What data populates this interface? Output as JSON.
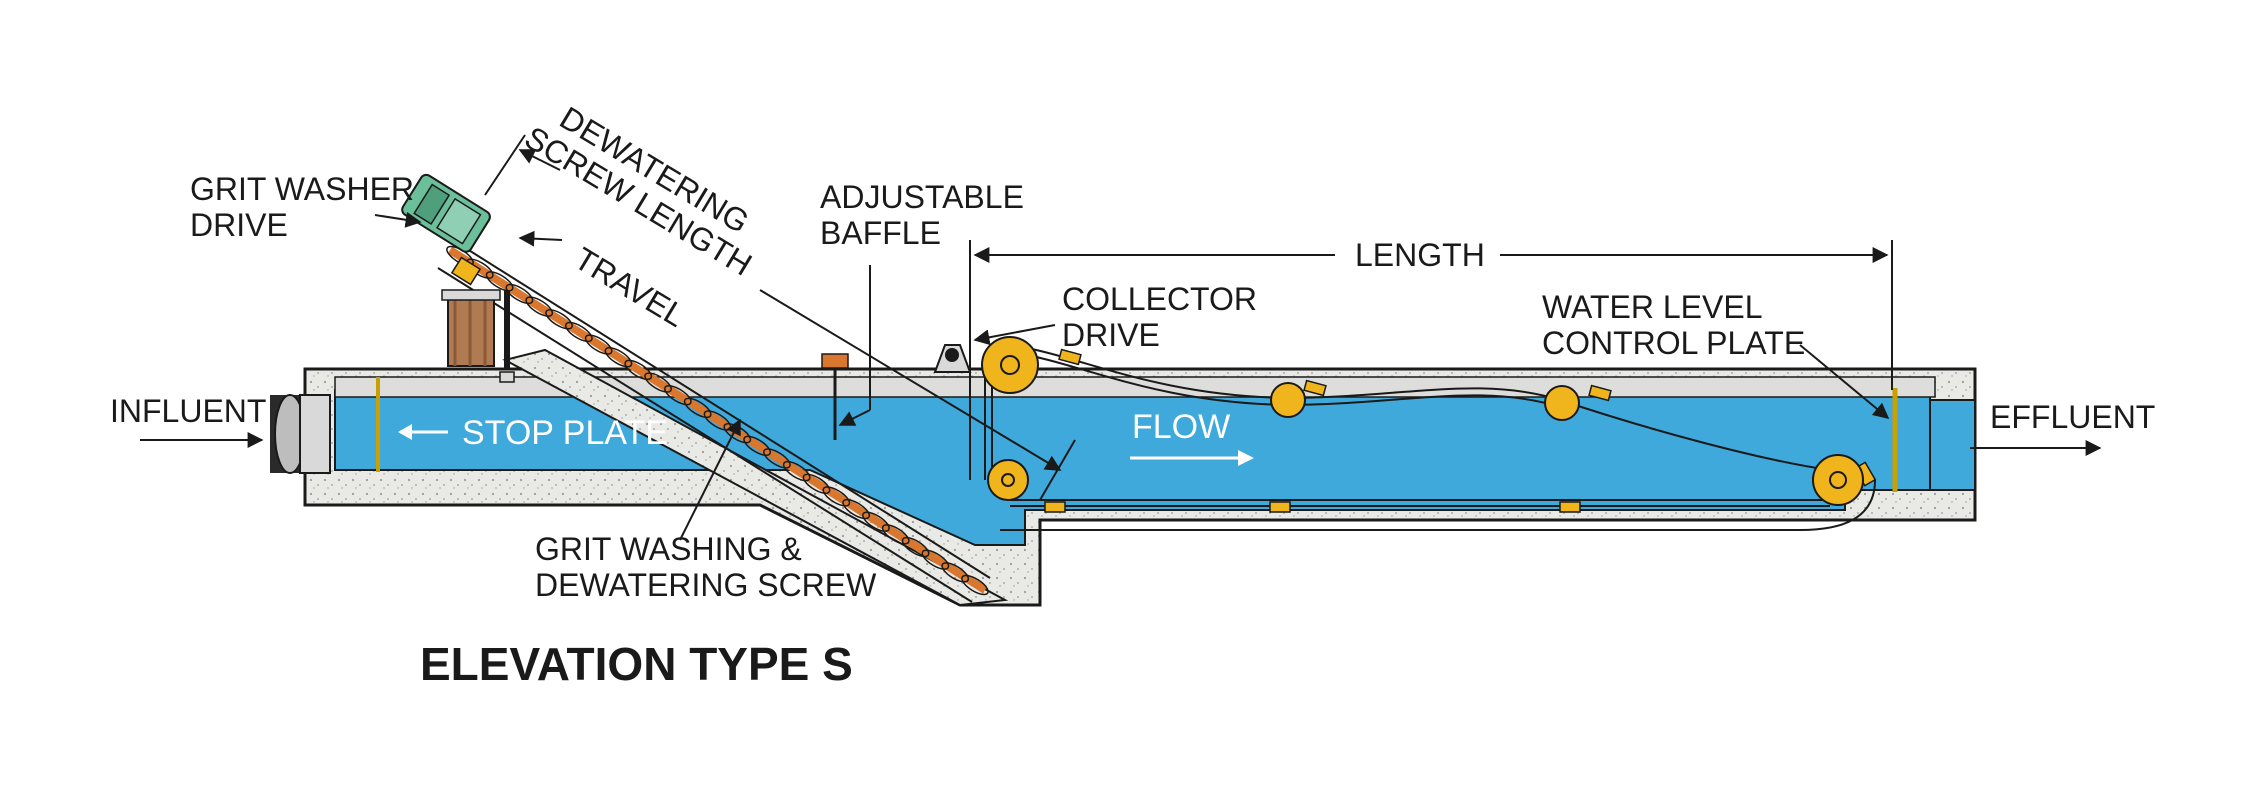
{
  "colors": {
    "water": "#3fa9dc",
    "concrete": "#e9e9e6",
    "concrete_dots": "#9a9a96",
    "sprocket": "#f0b41c",
    "screw": "#d9772e",
    "drive_motor": "#6bbf9a",
    "grit_bin": "#b07a52",
    "outline": "#1a1a1a"
  },
  "labels": {
    "grit_washer_drive": [
      "GRIT WASHER",
      "DRIVE"
    ],
    "dewatering_screw_length": [
      "DEWATERING",
      "SCREW LENGTH"
    ],
    "travel": "TRAVEL",
    "adjustable_baffle": [
      "ADJUSTABLE",
      "BAFFLE"
    ],
    "length": "LENGTH",
    "collector_drive": [
      "COLLECTOR",
      "DRIVE"
    ],
    "water_level_control_plate": [
      "WATER LEVEL",
      "CONTROL PLATE"
    ],
    "influent": "INFLUENT",
    "stop_plate": "STOP PLATE",
    "flow": "FLOW",
    "effluent": "EFFLUENT",
    "grit_washing_screw": [
      "GRIT WASHING &",
      "DEWATERING SCREW"
    ]
  },
  "title": "ELEVATION TYPE S",
  "icons": {
    "stop_plate_arrow": "left-arrow",
    "flow_arrow": "right-arrow"
  }
}
